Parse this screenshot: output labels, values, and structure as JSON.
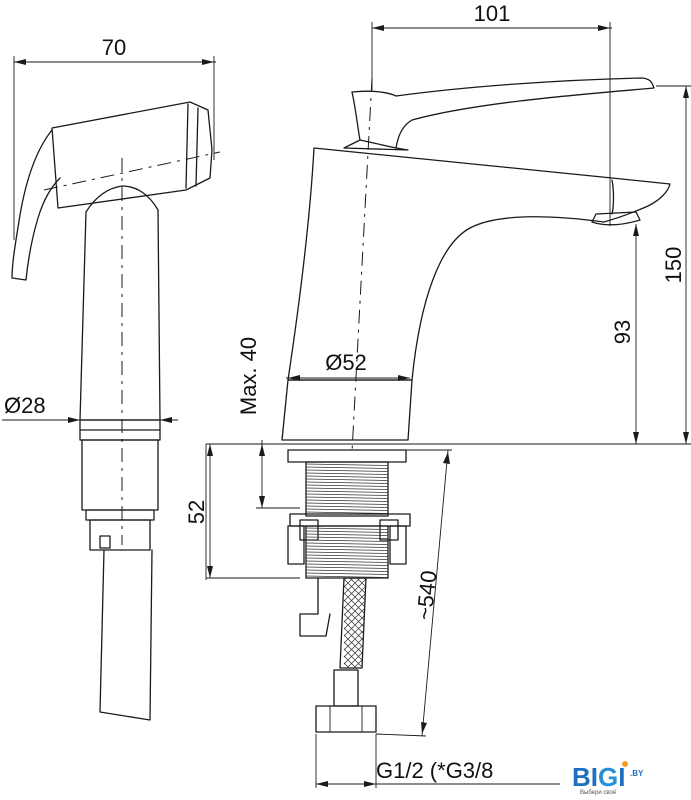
{
  "dimensions": {
    "shower_length": "70",
    "shower_diameter": "Ø28",
    "spout_reach": "101",
    "total_height": "150",
    "spout_height": "93",
    "base_diameter": "Ø52",
    "max_deck": "Max. 40",
    "thread_length": "52",
    "hose_length": "~540",
    "connection": "G1/2 (*G3/8"
  },
  "logo": {
    "text": "BIGI",
    "domain": ".BY",
    "tagline": "Выбери своё",
    "colors": {
      "b": "#1f6fc0",
      "i": "#1f6fc0",
      "g": "#2a8fd6",
      "dot": "#f0a020"
    }
  }
}
